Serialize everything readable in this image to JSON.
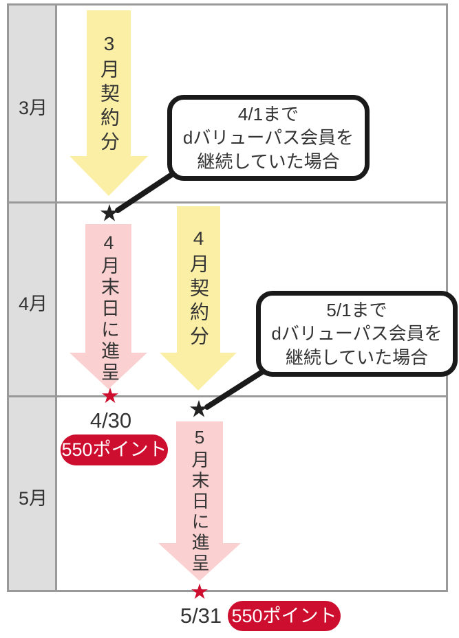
{
  "diagram": {
    "title": "d-value-pass point grant timeline",
    "star_glyph": "★",
    "months": [
      {
        "label": "3月"
      },
      {
        "label": "4月"
      },
      {
        "label": "5月"
      }
    ],
    "arrows": [
      {
        "label": "3月契約分",
        "kind": "contract"
      },
      {
        "label": "4月末日に進呈",
        "kind": "grant"
      },
      {
        "label": "4月契約分",
        "kind": "contract"
      },
      {
        "label": "5月末日に進呈",
        "kind": "grant"
      }
    ],
    "callouts": [
      {
        "text": "4/1まで\ndバリューパス会員を\n継続していた場合"
      },
      {
        "text": "5/1まで\ndバリューパス会員を\n継続していた場合"
      }
    ],
    "milestones": [
      {
        "date": "4/30",
        "points": "550ポイント"
      },
      {
        "date": "5/31",
        "points": "550ポイント"
      }
    ],
    "colors": {
      "contract_arrow_yellow": "#FAEFA5",
      "grant_arrow_pink": "#FAD0D0",
      "accent_red": "#CE0E2F",
      "grid_line_gray": "#999999",
      "month_column_bg": "#DEDEDE",
      "callout_border": "#1A1A1A",
      "text": "#333333"
    }
  }
}
